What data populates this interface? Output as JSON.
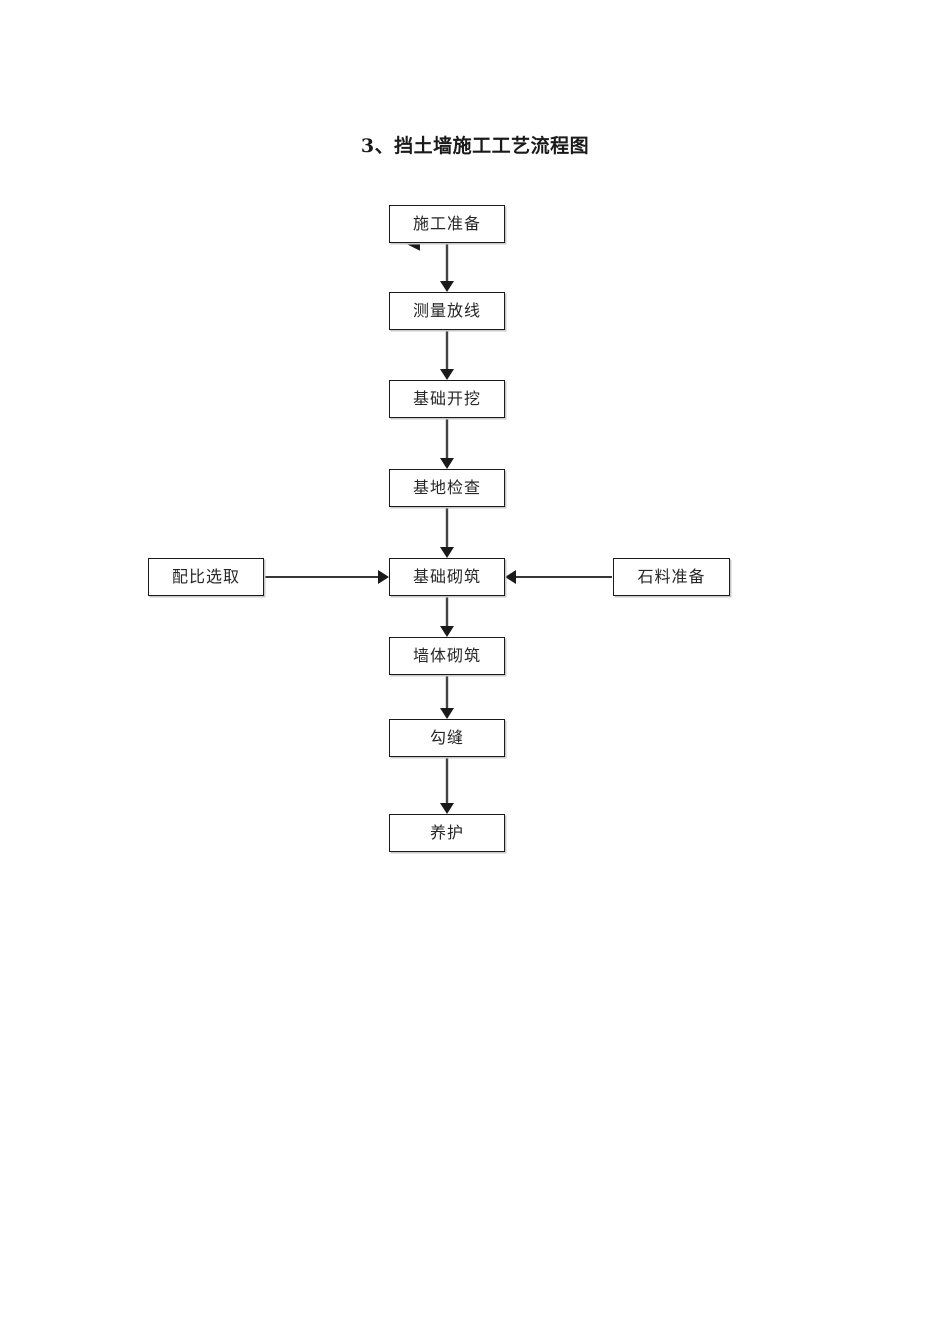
{
  "document": {
    "title_index": "3、",
    "title_text": "挡土墙施工工艺流程图",
    "title_full": "3、挡土墙施工工艺流程图",
    "background_color": "#ffffff",
    "text_color": "#262626",
    "line_color": "#1a1a1a"
  },
  "chart_data": {
    "type": "diagram",
    "diagram_kind": "flowchart",
    "orientation": "top-to-bottom",
    "title": "3、挡土墙施工工艺流程图",
    "nodes": [
      {
        "id": "n0",
        "label": "施工准备",
        "column": "main",
        "order": 1
      },
      {
        "id": "n1",
        "label": "测量放线",
        "column": "main",
        "order": 2
      },
      {
        "id": "n2",
        "label": "基础开挖",
        "column": "main",
        "order": 3
      },
      {
        "id": "n3",
        "label": "基地检查",
        "column": "main",
        "order": 4
      },
      {
        "id": "n4",
        "label": "基础砌筑",
        "column": "main",
        "order": 5
      },
      {
        "id": "n5",
        "label": "墙体砌筑",
        "column": "main",
        "order": 6
      },
      {
        "id": "n6",
        "label": "勾缝",
        "column": "main",
        "order": 7
      },
      {
        "id": "n7",
        "label": "养护",
        "column": "main",
        "order": 8
      },
      {
        "id": "s_left",
        "label": "配比选取",
        "column": "left",
        "order": 1
      },
      {
        "id": "s_right",
        "label": "石料准备",
        "column": "right",
        "order": 1
      }
    ],
    "edges": [
      {
        "from": "n0",
        "to": "n1",
        "direction": "down"
      },
      {
        "from": "n1",
        "to": "n2",
        "direction": "down"
      },
      {
        "from": "n2",
        "to": "n3",
        "direction": "down"
      },
      {
        "from": "n3",
        "to": "n4",
        "direction": "down"
      },
      {
        "from": "n4",
        "to": "n5",
        "direction": "down"
      },
      {
        "from": "n5",
        "to": "n6",
        "direction": "down"
      },
      {
        "from": "n6",
        "to": "n7",
        "direction": "down"
      },
      {
        "from": "s_left",
        "to": "n4",
        "direction": "right"
      },
      {
        "from": "s_right",
        "to": "n4",
        "direction": "left"
      }
    ]
  },
  "nodes": {
    "n0": "施工准备",
    "n1": "测量放线",
    "n2": "基础开挖",
    "n3": "基地检查",
    "n4": "基础砌筑",
    "n5": "墙体砌筑",
    "n6": "勾缝",
    "n7": "养护",
    "s_left": "配比选取",
    "s_right": "石料准备"
  }
}
